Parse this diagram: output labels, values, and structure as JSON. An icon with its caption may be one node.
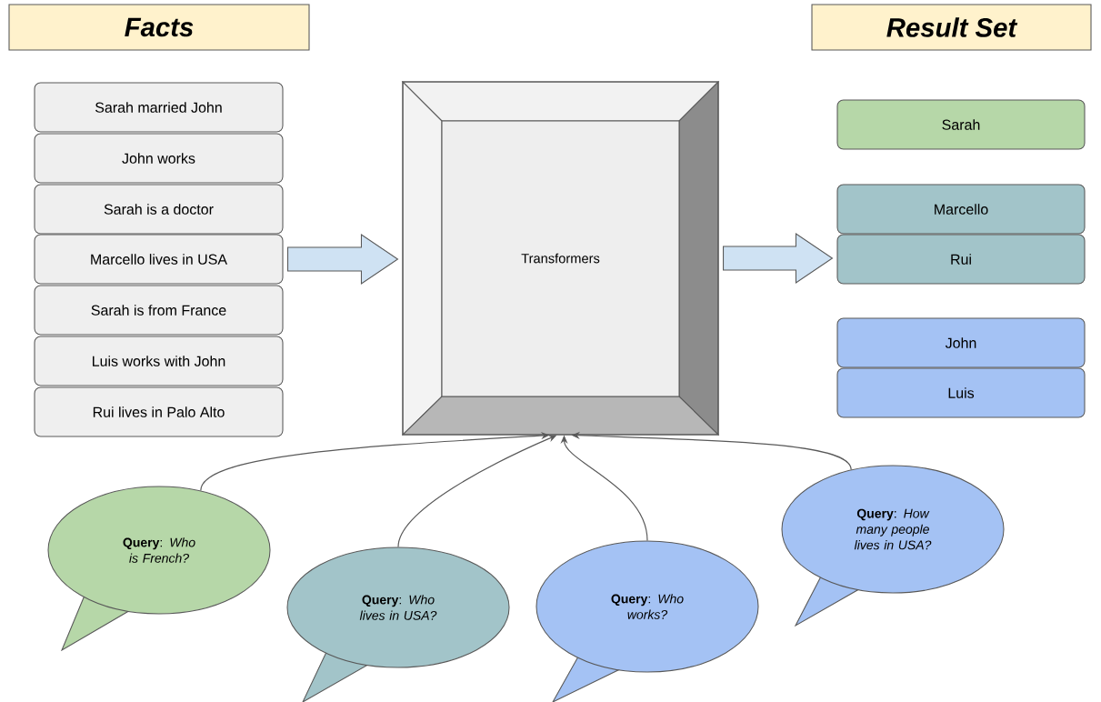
{
  "diagram": {
    "nodes": [
      {
        "text": [
          "Facts"
        ]
      },
      {
        "text": [
          "Result Set"
        ]
      },
      {
        "text": [
          "Sarah married John"
        ]
      },
      {
        "text": [
          "John works"
        ]
      },
      {
        "text": [
          "Sarah is a doctor"
        ]
      },
      {
        "text": [
          "Marcello lives in USA"
        ]
      },
      {
        "text": [
          "Sarah is from France"
        ]
      },
      {
        "text": [
          "Luis works with John"
        ]
      },
      {
        "text": [
          "Rui lives in Palo Alto"
        ]
      },
      {
        "text": [
          "Transformers"
        ]
      },
      {
        "text": [
          "Sarah"
        ]
      },
      {
        "text": [
          "Marcello"
        ]
      },
      {
        "text": [
          "Rui"
        ]
      },
      {
        "text": [
          "John"
        ]
      },
      {
        "text": [
          "Luis"
        ]
      },
      {
        "text": [
          "**Query**: *Who is French?*"
        ]
      },
      {
        "text": [
          "**Query**: *Who lives in USA?*"
        ]
      },
      {
        "text": [
          "**Query**: *Who works?*"
        ]
      },
      {
        "text": [
          "**Query**: *How many people lives in USA?*"
        ]
      }
    ],
    "edges": [
      {
        "from": 5,
        "to": 9,
        "arrow": "to",
        "style": "thick"
      },
      {
        "from": 9,
        "to": 12,
        "arrow": "to",
        "style": "thick"
      },
      {
        "from": 15,
        "to": 9,
        "arrow": "to"
      },
      {
        "from": 16,
        "to": 9,
        "arrow": "to"
      },
      {
        "from": 17,
        "to": 9,
        "arrow": "to"
      },
      {
        "from": 18,
        "to": 9,
        "arrow": "to"
      }
    ]
  }
}
